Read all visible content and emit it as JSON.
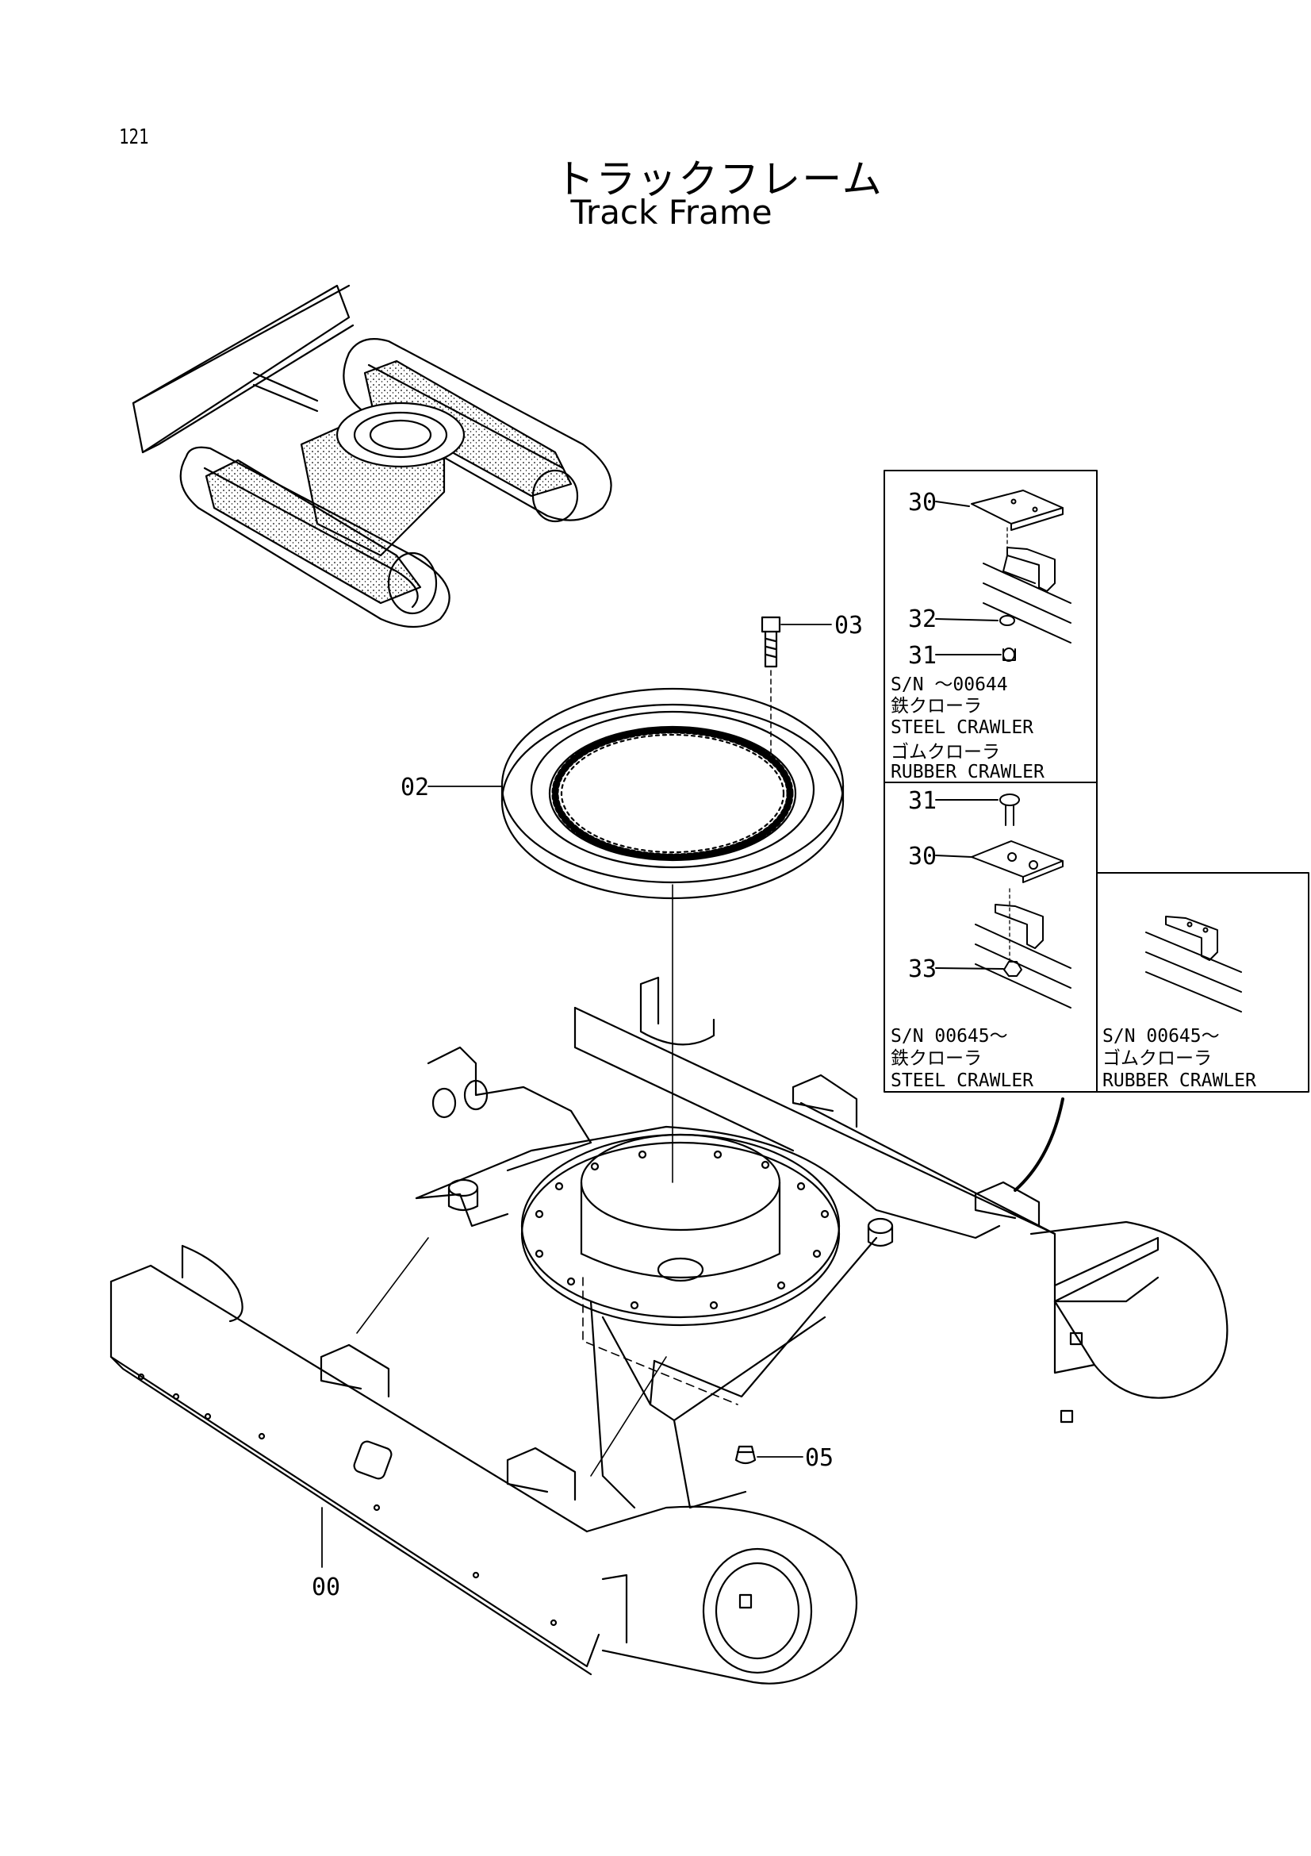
{
  "page": {
    "number": "121",
    "title_jp": "トラックフレーム",
    "title_en": "Track Frame"
  },
  "callouts": {
    "c00": "00",
    "c02": "02",
    "c03": "03",
    "c05": "05",
    "c30a": "30",
    "c32": "32",
    "c31a": "31",
    "c31b": "31",
    "c30b": "30",
    "c33": "33"
  },
  "inset_upper": {
    "serial": "S/N  ～00644",
    "label1_jp": "鉄クローラ",
    "label1_en": "STEEL CRAWLER",
    "label2_jp": "ゴムクローラ",
    "label2_en": "RUBBER CRAWLER"
  },
  "inset_lower_left": {
    "serial": "S/N 00645～",
    "label_jp": "鉄クローラ",
    "label_en": "STEEL CRAWLER"
  },
  "inset_lower_right": {
    "serial": "S/N 00645～",
    "label_jp": "ゴムクローラ",
    "label_en": "RUBBER CRAWLER"
  }
}
